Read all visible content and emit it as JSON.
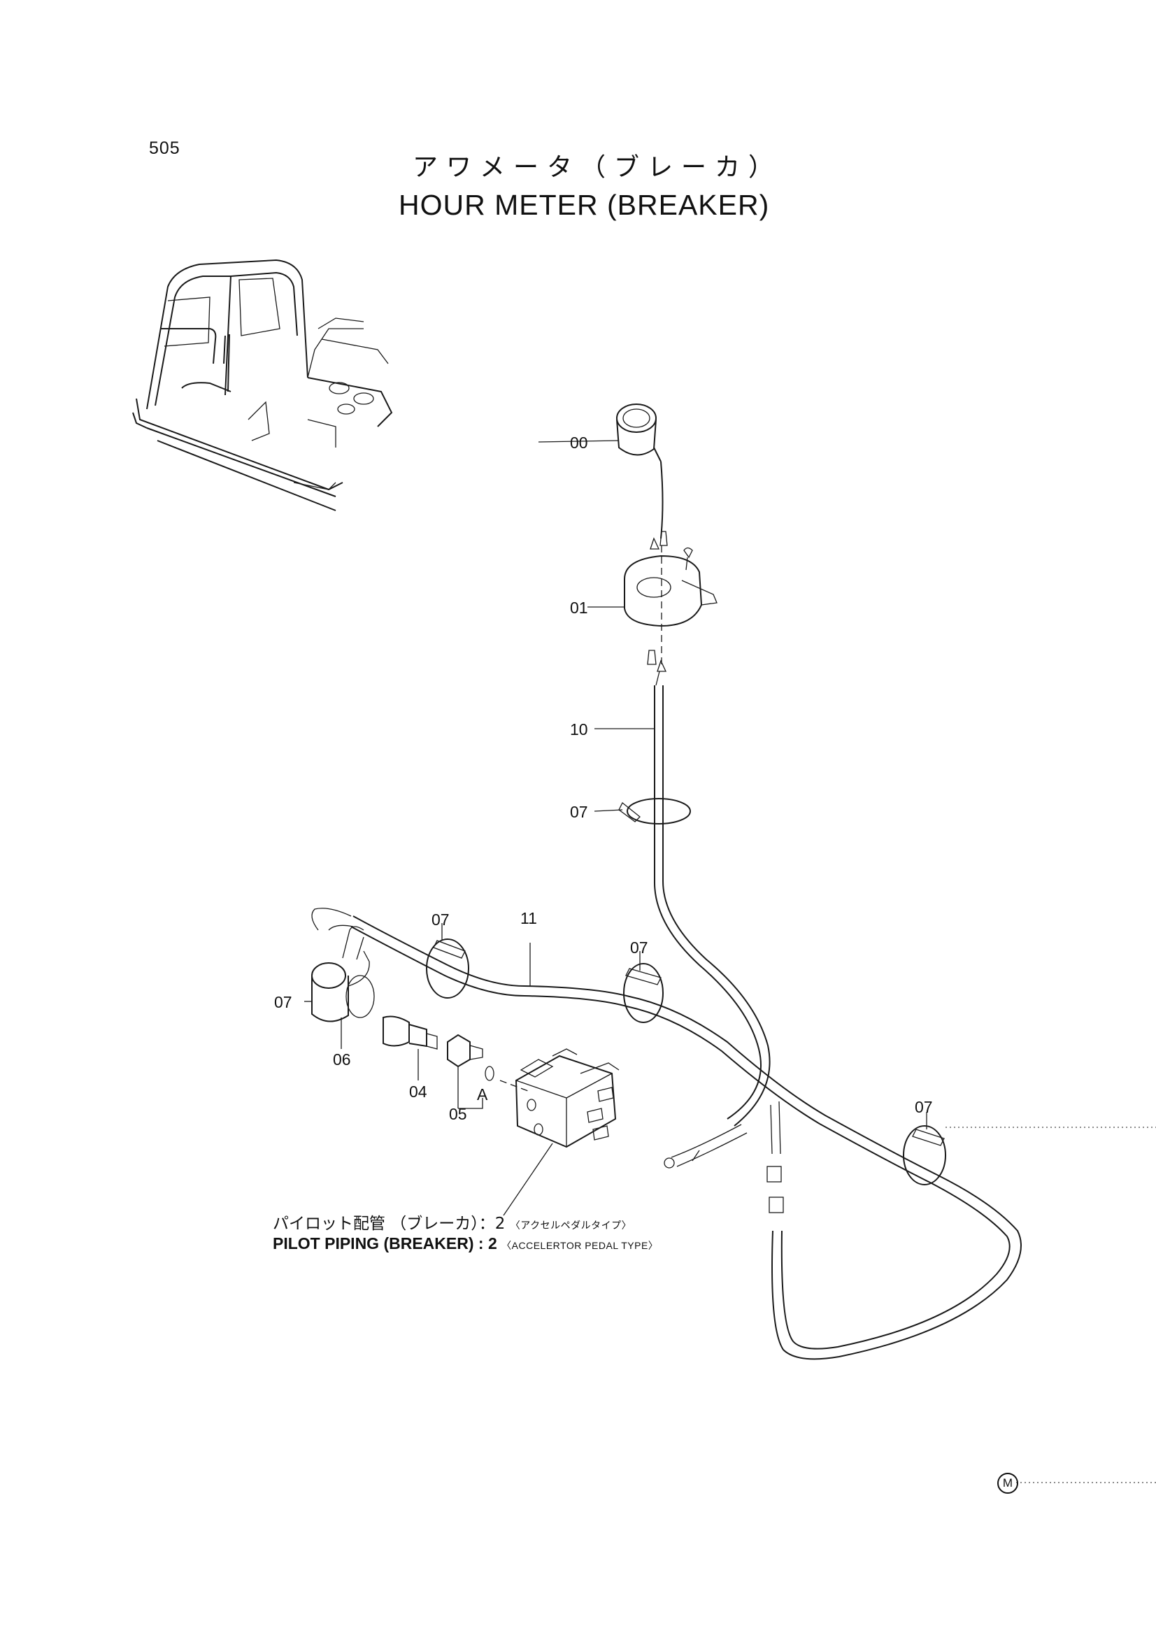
{
  "page_number": "505",
  "title_jp": "アワメータ（ブレーカ）",
  "title_en": "HOUR METER (BREAKER)",
  "callouts": {
    "c00": "00",
    "c01": "01",
    "c10": "10",
    "c07_a": "07",
    "c07_b": "07",
    "c11": "11",
    "c07_c": "07",
    "c07_d": "07",
    "c06": "06",
    "c04": "04",
    "c05": "05",
    "cA": "A",
    "c07_e": "07"
  },
  "note": {
    "jp_main": "パイロット配管 （ブレーカ）：2",
    "jp_sub": "〈アクセルペダルタイプ〉",
    "en_main": "PILOT PIPING (BREAKER) : 2",
    "en_sub": "〈ACCELERTOR PEDAL TYPE〉"
  },
  "mark": "M"
}
